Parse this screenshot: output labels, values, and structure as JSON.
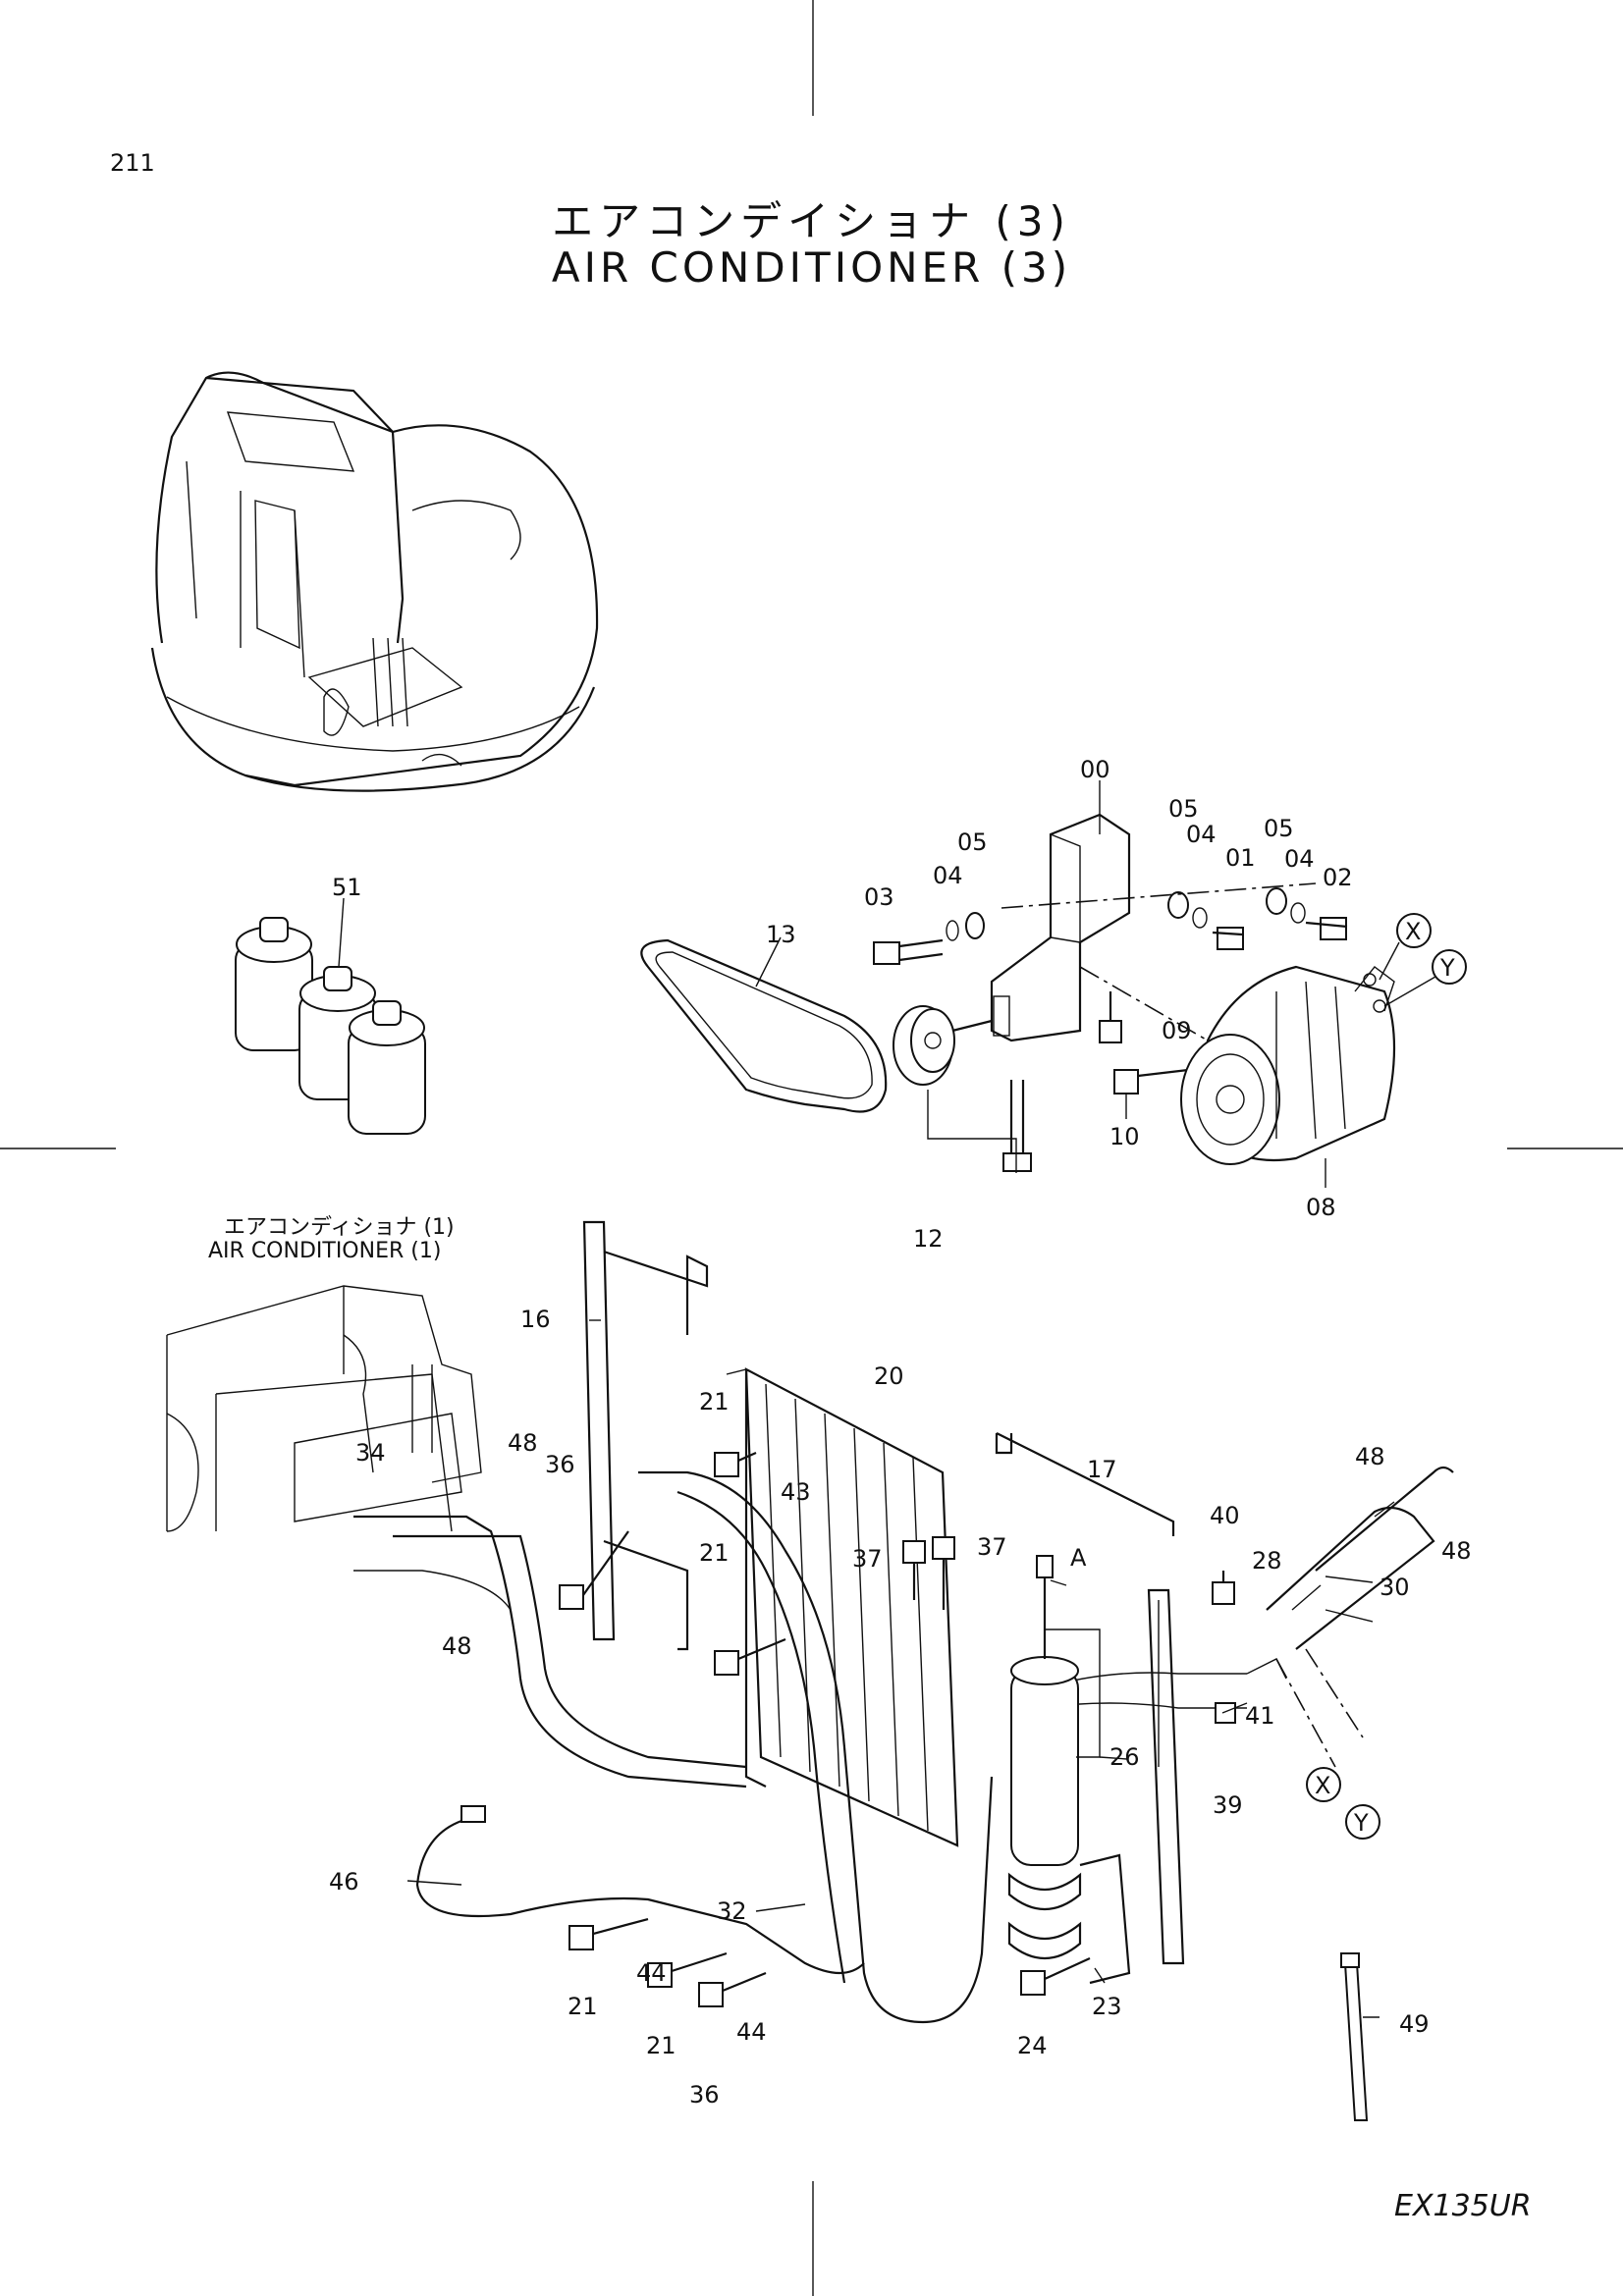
{
  "page_number": "211",
  "title_jp": "エアコンデイショナ (3)",
  "title_en": "AIR CONDITIONER (3)",
  "reference_jp": "エアコンディショナ (1)",
  "reference_en": "AIR CONDITIONER (1)",
  "model": "EX135UR",
  "markers": {
    "x": "X",
    "y": "Y",
    "a": "A"
  },
  "callouts": {
    "p00": "00",
    "p01": "01",
    "p02": "02",
    "p03": "03",
    "p04a": "04",
    "p04b": "04",
    "p04c": "04",
    "p05a": "05",
    "p05b": "05",
    "p05c": "05",
    "p08": "08",
    "p09": "09",
    "p10": "10",
    "p12": "12",
    "p13": "13",
    "p16": "16",
    "p17": "17",
    "p20": "20",
    "p21a": "21",
    "p21b": "21",
    "p21c": "21",
    "p21d": "21",
    "p23": "23",
    "p24": "24",
    "p26": "26",
    "p28": "28",
    "p30": "30",
    "p32": "32",
    "p34": "34",
    "p36a": "36",
    "p36b": "36",
    "p37a": "37",
    "p37b": "37",
    "p39": "39",
    "p40": "40",
    "p41": "41",
    "p43": "43",
    "p44a": "44",
    "p44b": "44",
    "p46": "46",
    "p48a": "48",
    "p48b": "48",
    "p48c": "48",
    "p48d": "48",
    "p49": "49",
    "p51": "51"
  }
}
